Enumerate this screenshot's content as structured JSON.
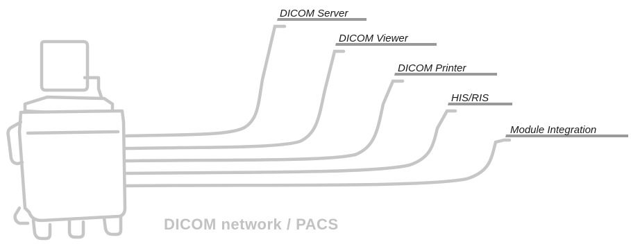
{
  "nodes": [
    {
      "label": "DICOM Server"
    },
    {
      "label": "DICOM Viewer"
    },
    {
      "label": "DICOM Printer"
    },
    {
      "label": "HIS/RIS"
    },
    {
      "label": "Module Integration"
    }
  ],
  "network": {
    "label": "DICOM network / PACS"
  },
  "colors": {
    "line": "#c6c6c6",
    "label_bar": "#999999",
    "label_text": "#1a1a1a",
    "network_text": "#c2c2c2"
  },
  "icons": {
    "device": "ultrasound-machine-icon"
  }
}
